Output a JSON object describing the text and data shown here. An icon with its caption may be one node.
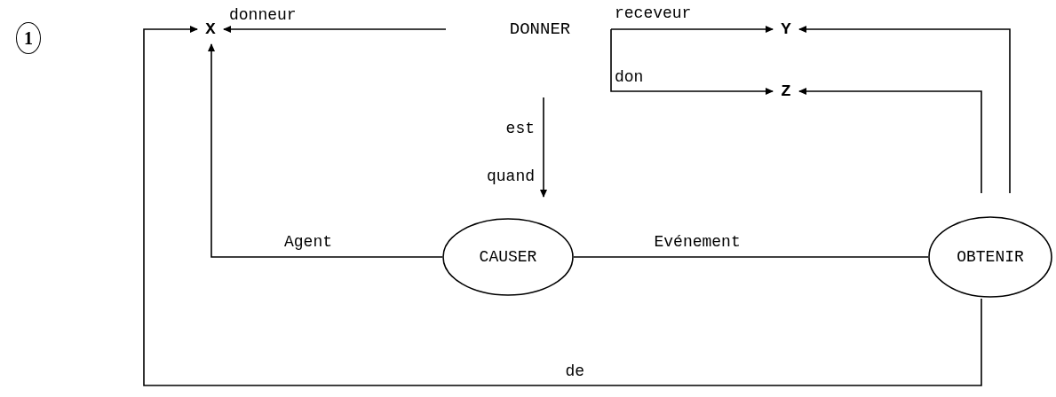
{
  "diagram": {
    "nodes": [
      {
        "text": [
          "1"
        ]
      },
      {
        "text": [
          "X"
        ]
      },
      {
        "text": [
          "DONNER"
        ]
      },
      {
        "text": [
          "Y"
        ]
      },
      {
        "text": [
          "Z"
        ]
      },
      {
        "text": [
          "CAUSER"
        ]
      },
      {
        "text": [
          "OBTENIR"
        ]
      }
    ],
    "edges": [
      {
        "from": 2,
        "to": 1,
        "arrow": "to",
        "label": "donneur"
      },
      {
        "from": 2,
        "to": 3,
        "arrow": "to",
        "label": "receveur"
      },
      {
        "from": 2,
        "to": 4,
        "arrow": "to",
        "label": "don"
      },
      {
        "from": 2,
        "to": 5,
        "arrow": "to",
        "label": "est quand"
      },
      {
        "from": 5,
        "to": 1,
        "arrow": "to",
        "label": "Agent"
      },
      {
        "from": 5,
        "to": 6,
        "arrow": "none",
        "label": "Evénement"
      },
      {
        "from": 6,
        "to": 4,
        "arrow": "to"
      },
      {
        "from": 6,
        "to": 3,
        "arrow": "to"
      },
      {
        "from": 6,
        "to": 1,
        "arrow": "to",
        "label": "de"
      }
    ]
  }
}
